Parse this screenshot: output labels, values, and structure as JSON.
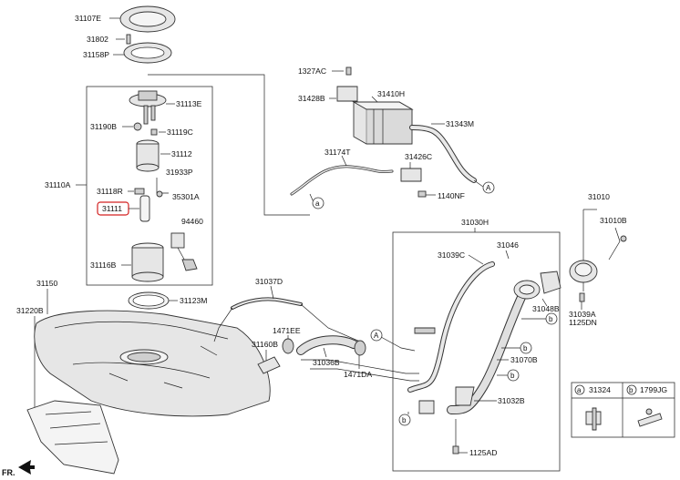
{
  "parts": {
    "p31107E": "31107E",
    "p31802": "31802",
    "p31158P": "31158P",
    "p31113E": "31113E",
    "p31190B": "31190B",
    "p31119C": "31119C",
    "p31112": "31112",
    "p31110A": "31110A",
    "p31933P": "31933P",
    "p31118R": "31118R",
    "p35301A": "35301A",
    "p31111": "31111",
    "p94460": "94460",
    "p31116B": "31116B",
    "p1327AC": "1327AC",
    "p31428B": "31428B",
    "p31410H": "31410H",
    "p31343M": "31343M",
    "p31174T": "31174T",
    "p31426C": "31426C",
    "p1140NF": "1140NF",
    "p31010": "31010",
    "p31010B": "31010B",
    "p31030H": "31030H",
    "p31039C": "31039C",
    "p31046": "31046",
    "p31048B": "31048B",
    "p31039A": "31039A",
    "p1125DN": "1125DN",
    "p31150": "31150",
    "p31220B": "31220B",
    "p31123M": "31123M",
    "p31037D": "31037D",
    "p1471EE": "1471EE",
    "p31160B": "31160B",
    "p31036B": "31036B",
    "p1471DA": "1471DA",
    "p31070B": "31070B",
    "p31032B": "31032B",
    "p1125AD": "1125AD",
    "p31324": "31324",
    "p1799JG": "1799JG"
  },
  "callouts": {
    "a": "a",
    "b": "b",
    "A": "A"
  },
  "direction_label": "FR.",
  "highlight_color": "#d32020"
}
